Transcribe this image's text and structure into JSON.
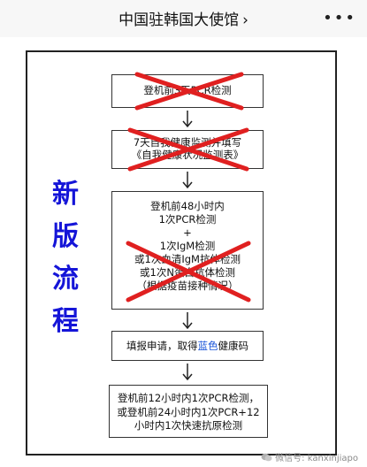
{
  "header": {
    "title": "中国驻韩国大使馆",
    "chevron": "›",
    "more": "•••"
  },
  "side_title": [
    "新",
    "版",
    "流",
    "程"
  ],
  "flow": {
    "step1": "登机前3天PCR检测",
    "step2_line1": "7天自我健康监测并填写",
    "step2_line2": "《自我健康状况监测表》",
    "step3_line1": "登机前48小时内",
    "step3_line2": "1次PCR检测",
    "step3_plus": "+",
    "step3_line3": "1次IgM检测",
    "step3_line4": "或1次血清IgM抗体检测",
    "step3_line5": "或1次N蛋白抗体检测",
    "step3_line6": "（根据疫苗接种情况）",
    "step4_prefix": "填报申请，取得",
    "step4_highlight": "蓝色",
    "step4_suffix": "健康码",
    "step5_line1": "登机前12小时内1次PCR检测，",
    "step5_line2": "或登机前24小时内1次PCR+12",
    "step5_line3": "小时内1次快速抗原检测"
  },
  "watermark": {
    "icon": "wechat-icon",
    "text": "微信号: kanxinjiapo"
  },
  "colors": {
    "accent_blue": "#1515d8",
    "highlight_blue": "#1a55d8",
    "cross_red": "#e02020"
  }
}
